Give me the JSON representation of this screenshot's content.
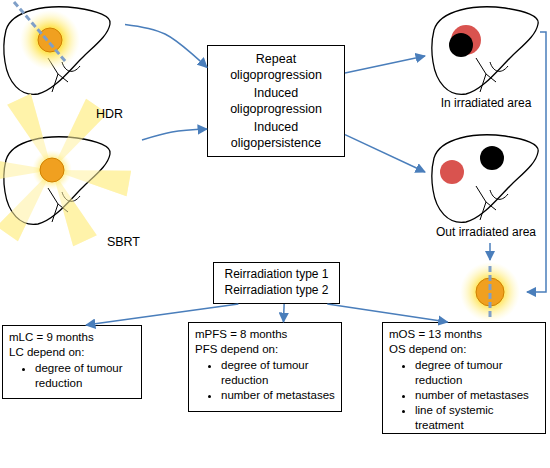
{
  "diagram": {
    "nodes": [
      {
        "text": [
          "HDR"
        ]
      },
      {
        "text": [
          "SBRT"
        ]
      },
      {
        "text": [
          "Repeat oligoprogression",
          "Induced oligoprogression",
          "Induced oligopersistence"
        ]
      },
      {
        "text": [
          "In irradiated area"
        ]
      },
      {
        "text": [
          "Out irradiated area"
        ]
      },
      {
        "text": [
          "Reirradiation type 1",
          "Reirradiation type 2"
        ]
      },
      {
        "text": [
          "mLC = 9 months",
          "LC depend on:",
          "degree of tumour reduction"
        ]
      },
      {
        "text": [
          "mPFS = 8 months",
          "PFS depend on:",
          "degree of tumour reduction",
          "number of metastases"
        ]
      },
      {
        "text": [
          "mOS = 13 months",
          "OS depend on:",
          "degree of tumour reduction",
          "number of metastases",
          "line of systemic treatment"
        ]
      }
    ],
    "edges": [
      {
        "from": 0,
        "to": 2,
        "arrow": "to"
      },
      {
        "from": 1,
        "to": 2,
        "arrow": "to"
      },
      {
        "from": 2,
        "to": 3,
        "arrow": "to"
      },
      {
        "from": 2,
        "to": 4,
        "arrow": "to"
      },
      {
        "from": 5,
        "to": 6,
        "arrow": "to"
      },
      {
        "from": 5,
        "to": 7,
        "arrow": "to"
      },
      {
        "from": 5,
        "to": 8,
        "arrow": "to"
      }
    ]
  }
}
